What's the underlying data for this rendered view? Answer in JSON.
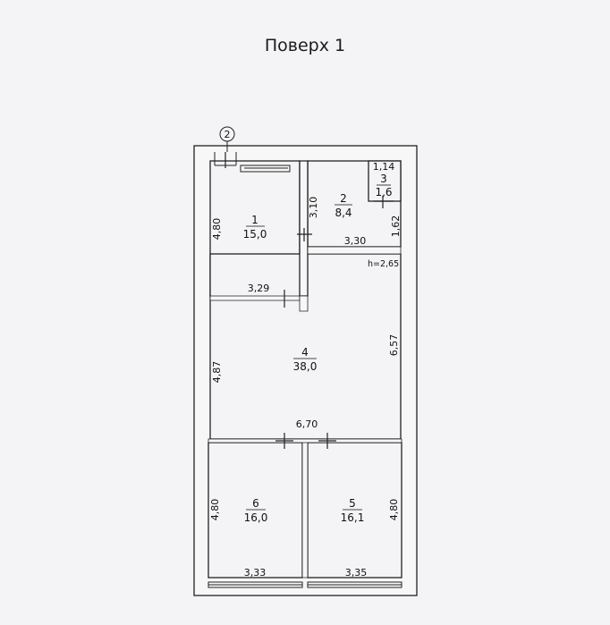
{
  "title": "Поверх 1",
  "axis_marker": "2",
  "height_note": "h=2,65",
  "rooms": [
    {
      "id": "1",
      "number": "1",
      "area": "15,0"
    },
    {
      "id": "2",
      "number": "2",
      "area": "8,4"
    },
    {
      "id": "3",
      "number": "3",
      "area": "1,6"
    },
    {
      "id": "4",
      "number": "4",
      "area": "38,0"
    },
    {
      "id": "5",
      "number": "5",
      "area": "16,1"
    },
    {
      "id": "6",
      "number": "6",
      "area": "16,0"
    }
  ],
  "dimensions": {
    "room1_height": "4,80",
    "room1_width": "3,29",
    "room2_height": "3,10",
    "room2_width": "3,30",
    "room3_width": "1,14",
    "room3_height": "1,62",
    "room4_left": "4,87",
    "room4_right": "6,57",
    "room4_width": "6,70",
    "room6_height": "4,80",
    "room6_width": "3,33",
    "room5_height": "4,80",
    "room5_width": "3,35"
  },
  "colors": {
    "wall": "#222222",
    "paper": "#f4f4f6",
    "wall_fill": "#f7f7f8"
  }
}
